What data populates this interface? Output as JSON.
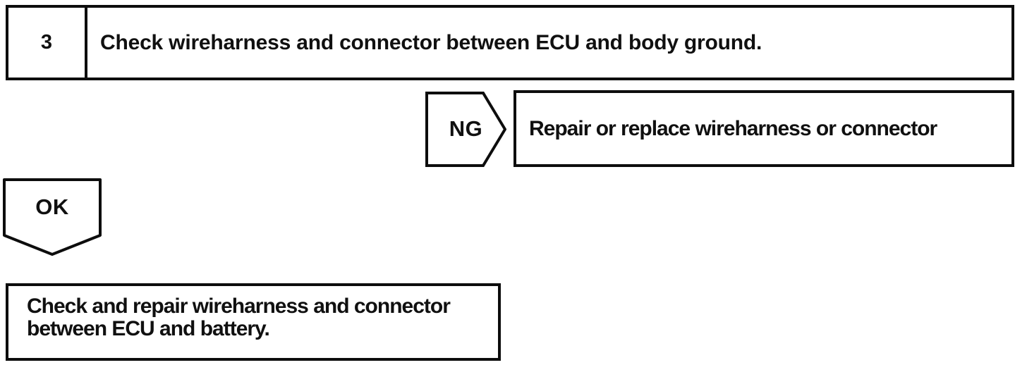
{
  "page": {
    "background": "#ffffff",
    "ink": "#0d0d0d"
  },
  "flowchart": {
    "step": {
      "number": "3",
      "instruction": "Check wireharness and connector between ECU and body ground."
    },
    "ng": {
      "label": "NG",
      "action": "Repair or replace wireharness or connector"
    },
    "ok": {
      "label": "OK",
      "action_lines": [
        "Check and repair wireharness and connector",
        "between ECU and battery."
      ]
    }
  }
}
